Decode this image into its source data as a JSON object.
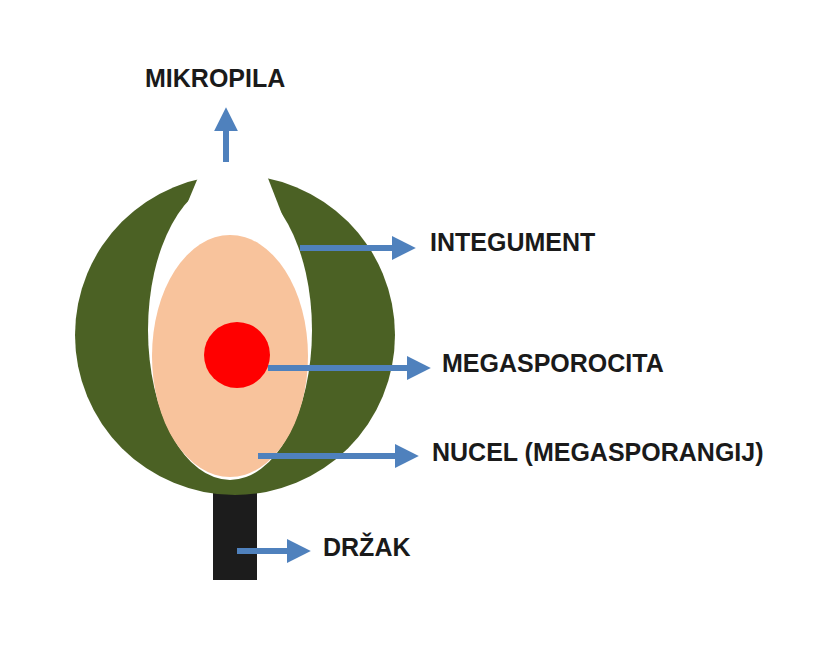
{
  "diagram": {
    "labels": [
      "MIKROPILA",
      "INTEGUMENT",
      "MEGASPOROCITA",
      "NUCEL (MEGASPORANGIJ)",
      "DRŽAK"
    ]
  }
}
